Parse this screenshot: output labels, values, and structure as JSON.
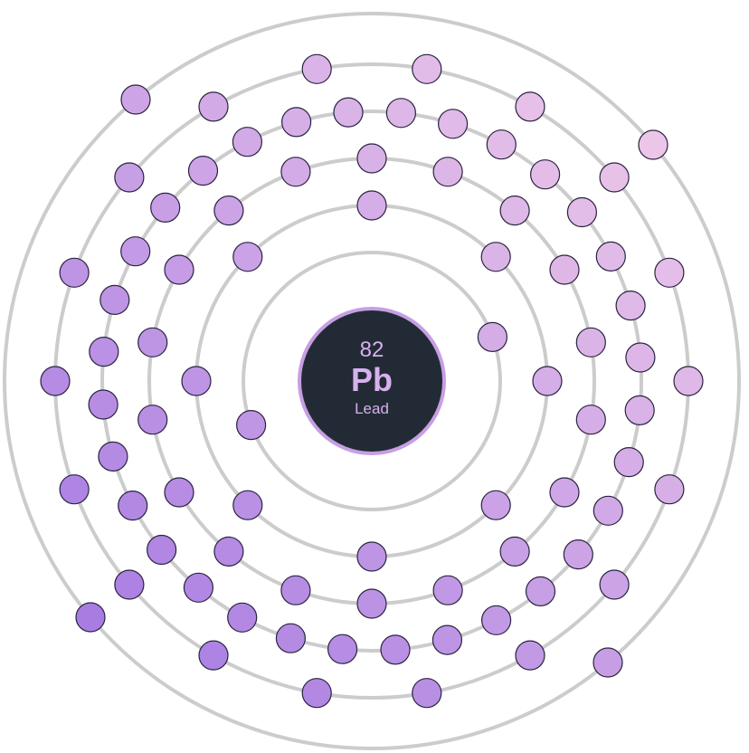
{
  "element": {
    "atomic_number": "82",
    "symbol": "Pb",
    "name": "Lead"
  },
  "shells": [
    {
      "electrons": 2,
      "color": "#f3cde9"
    },
    {
      "electrons": 8,
      "color": "#ecc2ea"
    },
    {
      "electrons": 18,
      "color": "#dcb2ea"
    },
    {
      "electrons": 32,
      "color": "#c99ce8"
    },
    {
      "electrons": 18,
      "color": "#b185e5"
    },
    {
      "electrons": 4,
      "color": "#9a6ee0"
    }
  ],
  "electron_gradient": {
    "start": "#f9d5ea",
    "end": "#9b6fe1"
  }
}
